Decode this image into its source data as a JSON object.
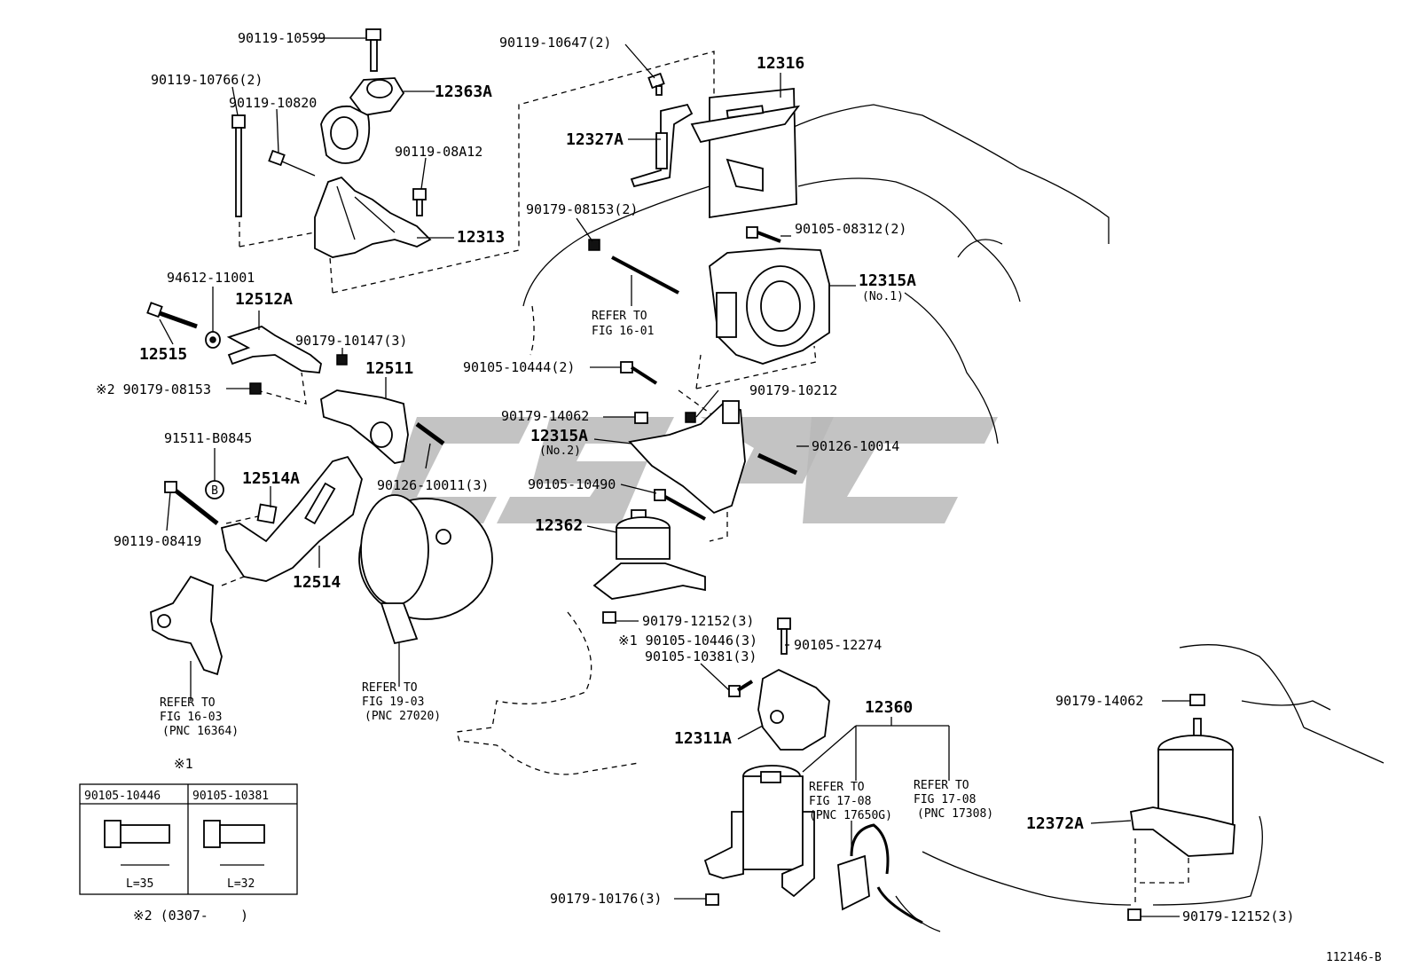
{
  "labels": {
    "p90119_10599": "90119-10599",
    "p90119_10766": "90119-10766(2)",
    "p90119_10820": "90119-10820",
    "p12363A": "12363A",
    "p90119_08A12": "90119-08A12",
    "p12313": "12313",
    "p90119_10647": "90119-10647(2)",
    "p12327A": "12327A",
    "p12316": "12316",
    "p90179_08153_2": "90179-08153(2)",
    "p90105_08312": "90105-08312(2)",
    "p12315A_1": "12315A",
    "p12315A_1_sub": "(No.1)",
    "refer_16_01_a": "REFER TO",
    "refer_16_01_b": "FIG 16-01",
    "p94612_11001": "94612-11001",
    "p12512A": "12512A",
    "p12515": "12515",
    "p90179_10147": "90179-10147(3)",
    "p12511": "12511",
    "p90179_08153_x2": "※2 90179-08153",
    "p90105_10444": "90105-10444(2)",
    "p90179_10212": "90179-10212",
    "p90179_14062_a": "90179-14062",
    "p12315A_2": "12315A",
    "p12315A_2_sub": "(No.2)",
    "p90126_10014": "90126-10014",
    "p91511_B0845": "91511-B0845",
    "circle_b": "B",
    "p12514A": "12514A",
    "p90126_10011": "90126-10011(3)",
    "p90105_10490": "90105-10490",
    "p12362": "12362",
    "p90119_08419": "90119-08419",
    "p12514": "12514",
    "p90179_12152_a": "90179-12152(3)",
    "x1_a": "※1 90105-10446(3)",
    "x1_b": "90105-10381(3)",
    "p90105_12274": "90105-12274",
    "refer_16_03_a": "REFER TO",
    "refer_16_03_b": "FIG 16-03",
    "refer_16_03_c": "(PNC 16364)",
    "refer_19_03_a": "REFER TO",
    "refer_19_03_b": "FIG 19-03",
    "refer_19_03_c": "(PNC 27020)",
    "p12360": "12360",
    "p12311A": "12311A",
    "refer_17_08a_a": "REFER TO",
    "refer_17_08a_b": "FIG 17-08",
    "refer_17_08a_c": "(PNC 17650G)",
    "refer_17_08b_a": "REFER TO",
    "refer_17_08b_b": "FIG 17-08",
    "refer_17_08b_c": "(PNC 17308)",
    "p90179_14062_b": "90179-14062",
    "p12372A": "12372A",
    "p90179_10176": "90179-10176(3)",
    "p90179_12152_b": "90179-12152(3)",
    "fig_id": "112146-B"
  },
  "inset": {
    "title": "※1",
    "col1": "90105-10446",
    "col2": "90105-10381",
    "len1": "L=35",
    "len2": "L=32",
    "note": "※2 (0307-    )"
  },
  "colors": {
    "watermark": "#b8b8b8",
    "ink": "#000000"
  }
}
